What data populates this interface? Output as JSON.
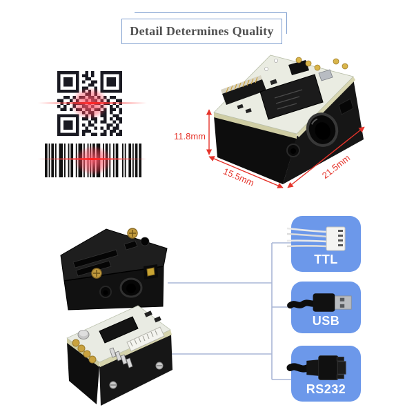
{
  "header": {
    "title": "Detail Determines Quality"
  },
  "colors": {
    "card_blue": "#6c98ea",
    "line_blue": "#a9b6d6",
    "accent_red": "#e5332a",
    "title_border": "#7e9ecf",
    "title_text": "#4f4f4f",
    "laser_red": "#ff3b30",
    "pcb_green": "#e9ebe2",
    "housing_black": "#141414"
  },
  "hero": {
    "dim_height": "11.8mm",
    "dim_width": "15.5mm",
    "dim_length": "21.5mm"
  },
  "qr": {
    "matrix": [
      "111111100101001111111",
      "100000101101001000001",
      "101110100110001011101",
      "101110101001101011101",
      "101110100011001011101",
      "100000101100101000001",
      "111111101010101111111",
      "000000000110100000000",
      "001101011011010101100",
      "110010100101101010011",
      "010101111010110110101",
      "101001001101001001010",
      "011010110110110101101",
      "000000001011001101001",
      "111111100101001100110",
      "100000101101100101011",
      "101110100010101100101",
      "101110101011000011010",
      "101110100100101010110",
      "100000101110000101101",
      "111111101001101101011"
    ]
  },
  "barcode": {
    "pattern": [
      2,
      1,
      1,
      1,
      2,
      1,
      1,
      2,
      3,
      1,
      1,
      2,
      1,
      1,
      2,
      2,
      1,
      1,
      3,
      1,
      1,
      2,
      1,
      1,
      1,
      1,
      2,
      1,
      3,
      2,
      1,
      1,
      2,
      1,
      1,
      2,
      1,
      1,
      2,
      3,
      1,
      1,
      1,
      2,
      2,
      1,
      1,
      1,
      2,
      1,
      2
    ]
  },
  "interfaces": {
    "items": [
      {
        "id": "ttl",
        "label": "TTL",
        "icon": "ttl-connector-icon"
      },
      {
        "id": "usb",
        "label": "USB",
        "icon": "usb-plug-icon"
      },
      {
        "id": "rs232",
        "label": "RS232",
        "icon": "rs232-connector-icon"
      }
    ]
  }
}
